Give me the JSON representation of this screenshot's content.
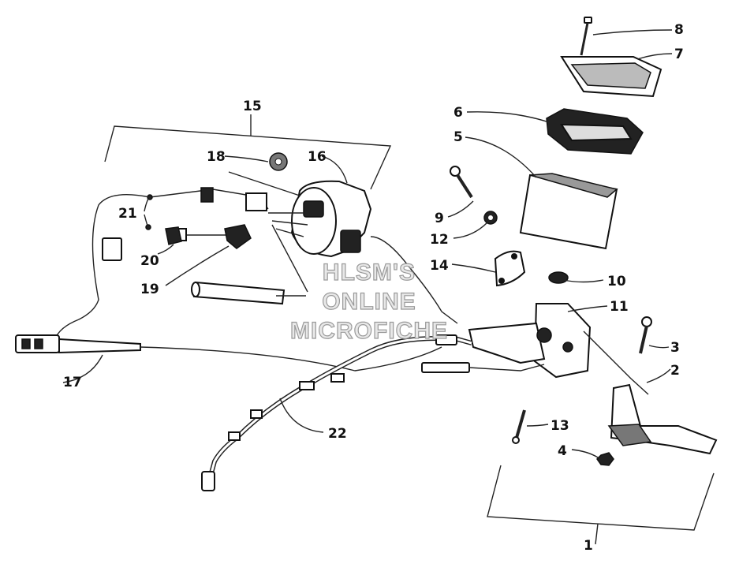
{
  "callouts": [
    {
      "id": "1",
      "text": "1"
    },
    {
      "id": "2",
      "text": "2"
    },
    {
      "id": "3",
      "text": "3"
    },
    {
      "id": "4",
      "text": "4"
    },
    {
      "id": "5",
      "text": "5"
    },
    {
      "id": "6",
      "text": "6"
    },
    {
      "id": "7",
      "text": "7"
    },
    {
      "id": "8",
      "text": "8"
    },
    {
      "id": "9",
      "text": "9"
    },
    {
      "id": "10",
      "text": "10"
    },
    {
      "id": "11",
      "text": "11"
    },
    {
      "id": "12",
      "text": "12"
    },
    {
      "id": "13",
      "text": "13"
    },
    {
      "id": "14",
      "text": "14"
    },
    {
      "id": "15",
      "text": "15"
    },
    {
      "id": "16",
      "text": "16"
    },
    {
      "id": "17",
      "text": "17"
    },
    {
      "id": "18",
      "text": "18"
    },
    {
      "id": "19",
      "text": "19"
    },
    {
      "id": "20",
      "text": "20"
    },
    {
      "id": "21",
      "text": "21"
    },
    {
      "id": "22",
      "text": "22"
    }
  ],
  "watermark": {
    "line1": "HLSM'S",
    "line2": "ONLINE",
    "line3": "MICROFICHE"
  }
}
